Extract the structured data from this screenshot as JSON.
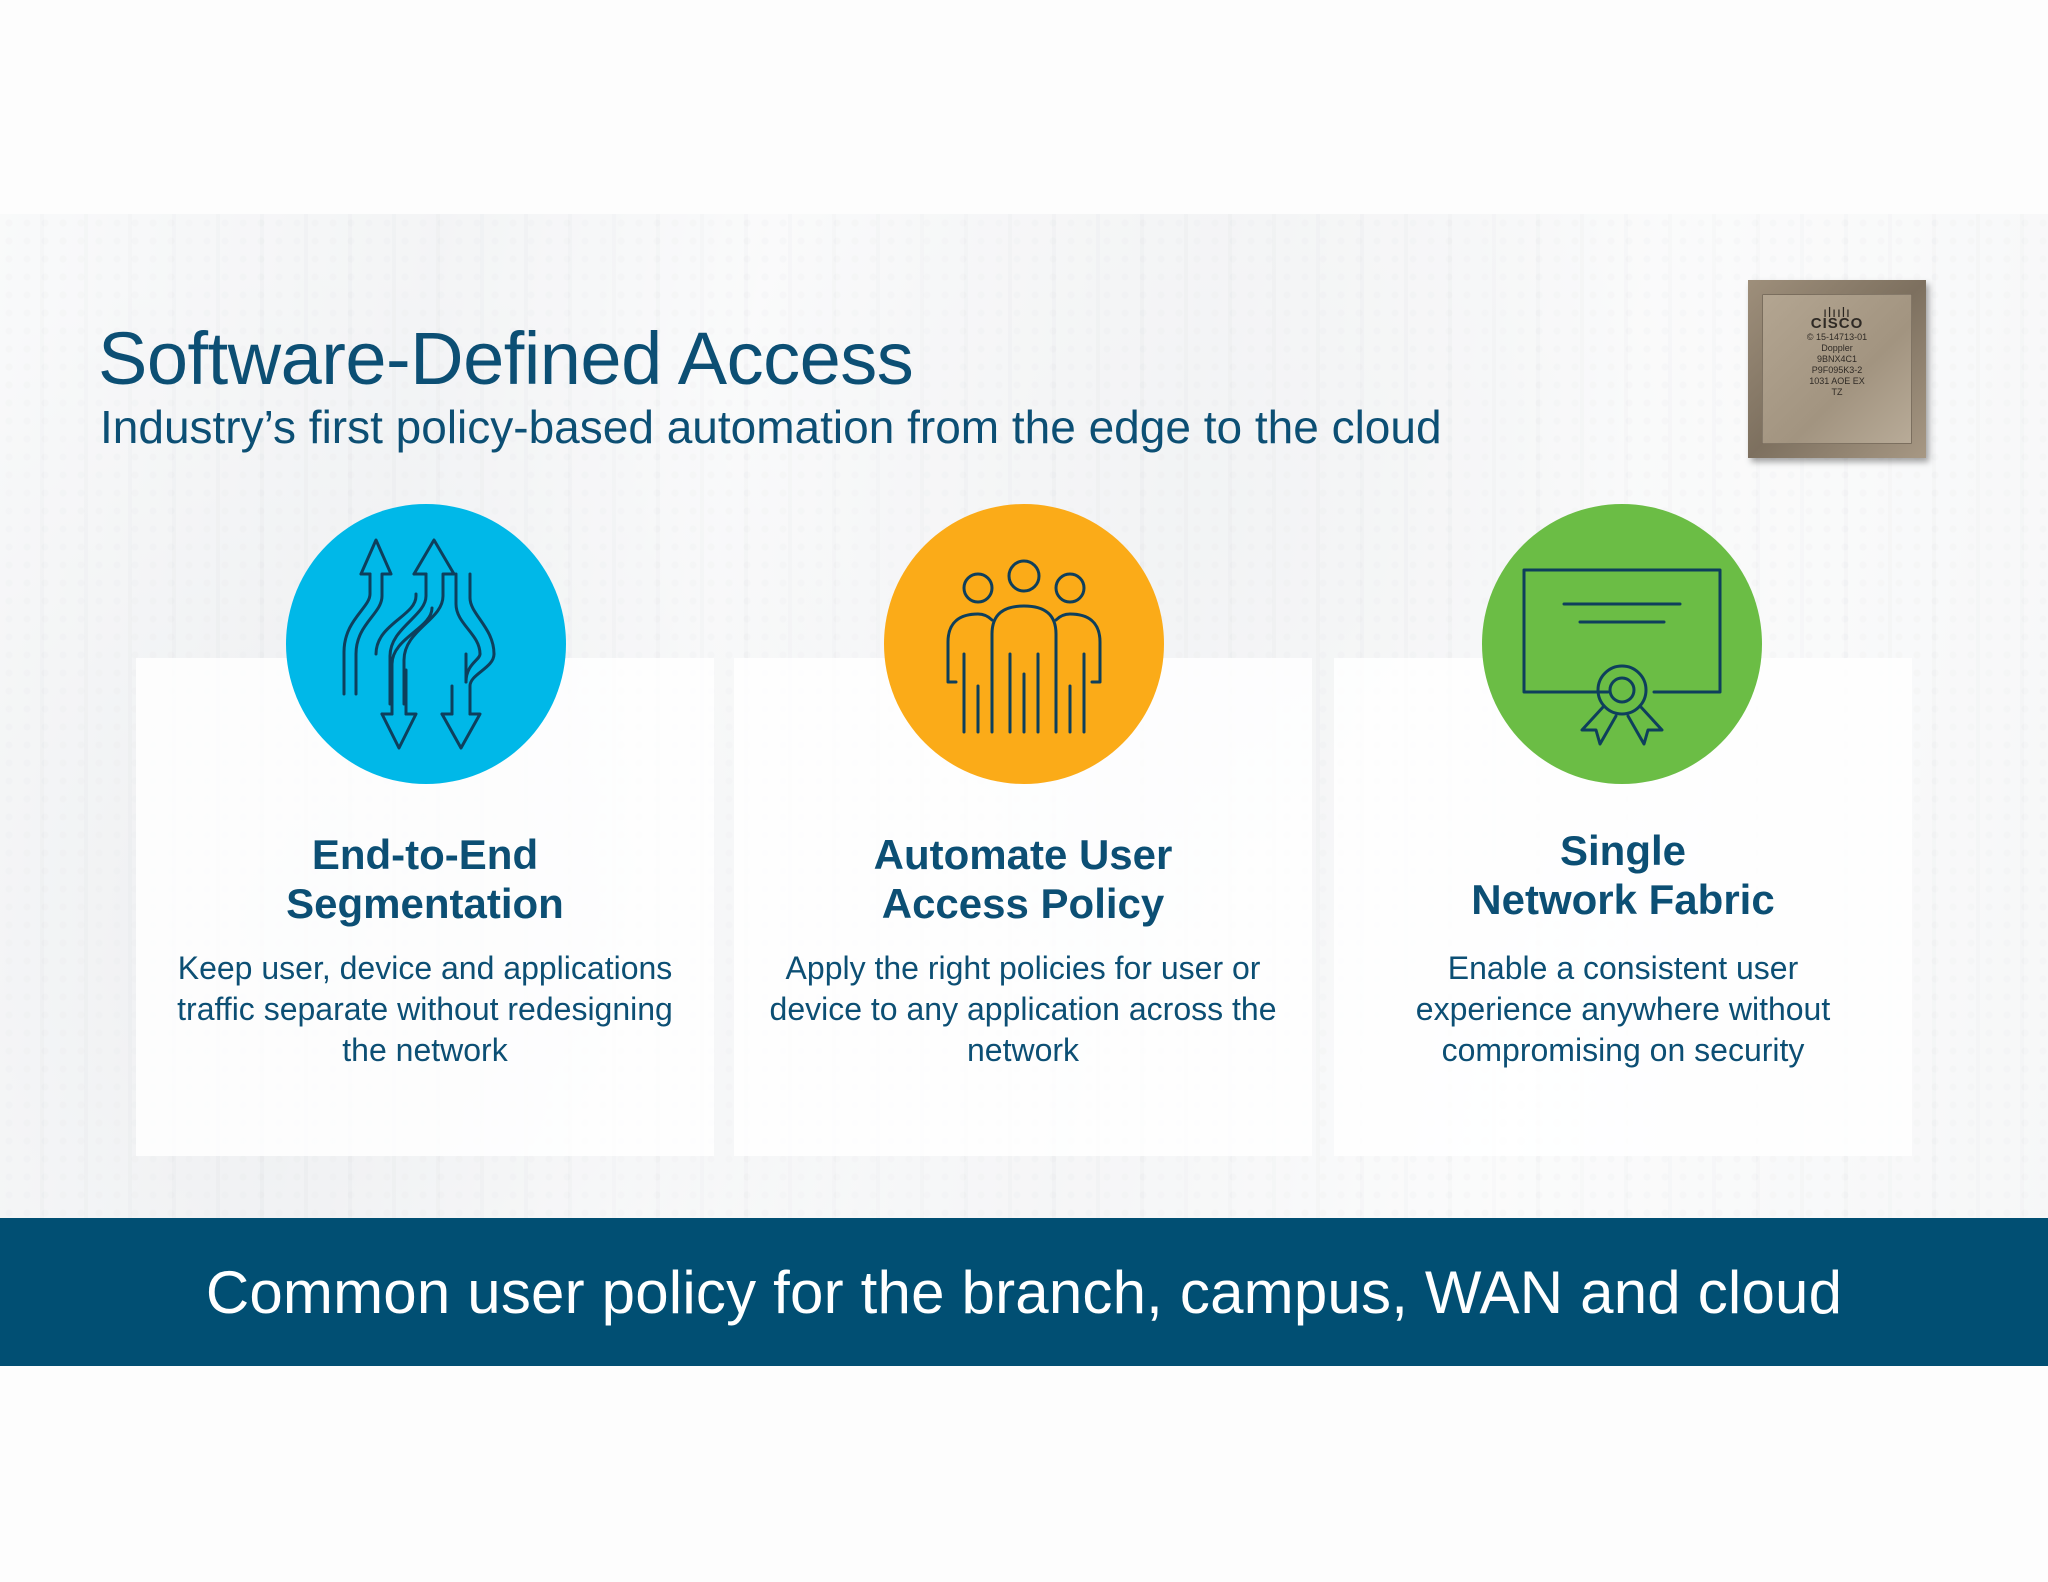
{
  "title": "Software-Defined Access",
  "subtitle": "Industry’s first policy-based automation from the edge to the cloud",
  "chip": {
    "logo_bars": "ılıılı",
    "logo": "CISCO",
    "lines": [
      "© 15-14713-01",
      "Doppler",
      "9BNX4C1",
      "P9F095K3-2",
      "1031 AOE EX",
      "TZ"
    ]
  },
  "cards": [
    {
      "icon": "segmentation-arrows-icon",
      "color": "#00b8e8",
      "title_lines": [
        "End-to-End",
        "Segmentation"
      ],
      "text_lines": [
        "Keep user, device and applications",
        "traffic separate without redesigning",
        "the network"
      ]
    },
    {
      "icon": "user-group-icon",
      "color": "#fbab18",
      "title_lines": [
        "Automate User",
        "Access Policy"
      ],
      "text_lines": [
        "Apply the right policies for user or",
        "device to any application across the",
        "network"
      ]
    },
    {
      "icon": "certificate-icon",
      "color": "#6bbd45",
      "title_lines": [
        "Single",
        "Network Fabric"
      ],
      "text_lines": [
        "Enable a consistent user",
        "experience anywhere without",
        "compromising on security"
      ]
    }
  ],
  "banner": "Common user policy for the branch, campus, WAN and cloud",
  "colors": {
    "primary": "#0c4f74",
    "banner": "#014f73"
  }
}
